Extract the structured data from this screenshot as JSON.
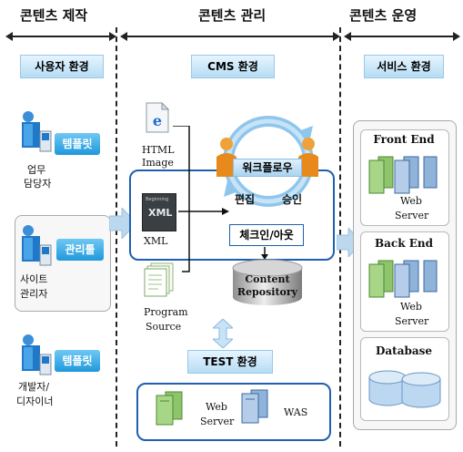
{
  "columns": {
    "production": "콘텐츠 제작",
    "management": "콘텐츠 관리",
    "operation": "콘텐츠 운영"
  },
  "environments": {
    "user": "사용자 환경",
    "cms": "CMS 환경",
    "service": "서비스 환경",
    "test": "TEST 환경"
  },
  "users": [
    {
      "tag": "템플릿",
      "label_line1": "업무",
      "label_line2": "담당자"
    },
    {
      "tag": "관리툴",
      "label_line1": "사이트",
      "label_line2": "관리자"
    },
    {
      "tag": "템플릿",
      "label_line1": "개발자/",
      "label_line2": "디자이너"
    }
  ],
  "files": {
    "html_line1": "HTML",
    "html_line2": "Image",
    "xml_icon": "XML",
    "xml_icon_small": "Beginning",
    "xml": "XML",
    "program_line1": "Program",
    "program_line2": "Source"
  },
  "workflow": {
    "title": "워크플로우",
    "edit": "편집",
    "approve": "승인",
    "checkinout": "체크인/아웃"
  },
  "repository": {
    "line1": "Content",
    "line2": "Repository"
  },
  "test": {
    "web_line1": "Web",
    "web_line2": "Server",
    "was": "WAS"
  },
  "service": {
    "frontend": "Front End",
    "frontend_server_line1": "Web",
    "frontend_server_line2": "Server",
    "backend": "Back End",
    "backend_server_line1": "Web",
    "backend_server_line2": "Server",
    "database": "Database"
  },
  "colors": {
    "border_blue": "#1e5fb0",
    "tag_blue": "#1f98dc",
    "env_light_blue": "#b6dcf4",
    "workflow_orange": "#e8891c"
  }
}
